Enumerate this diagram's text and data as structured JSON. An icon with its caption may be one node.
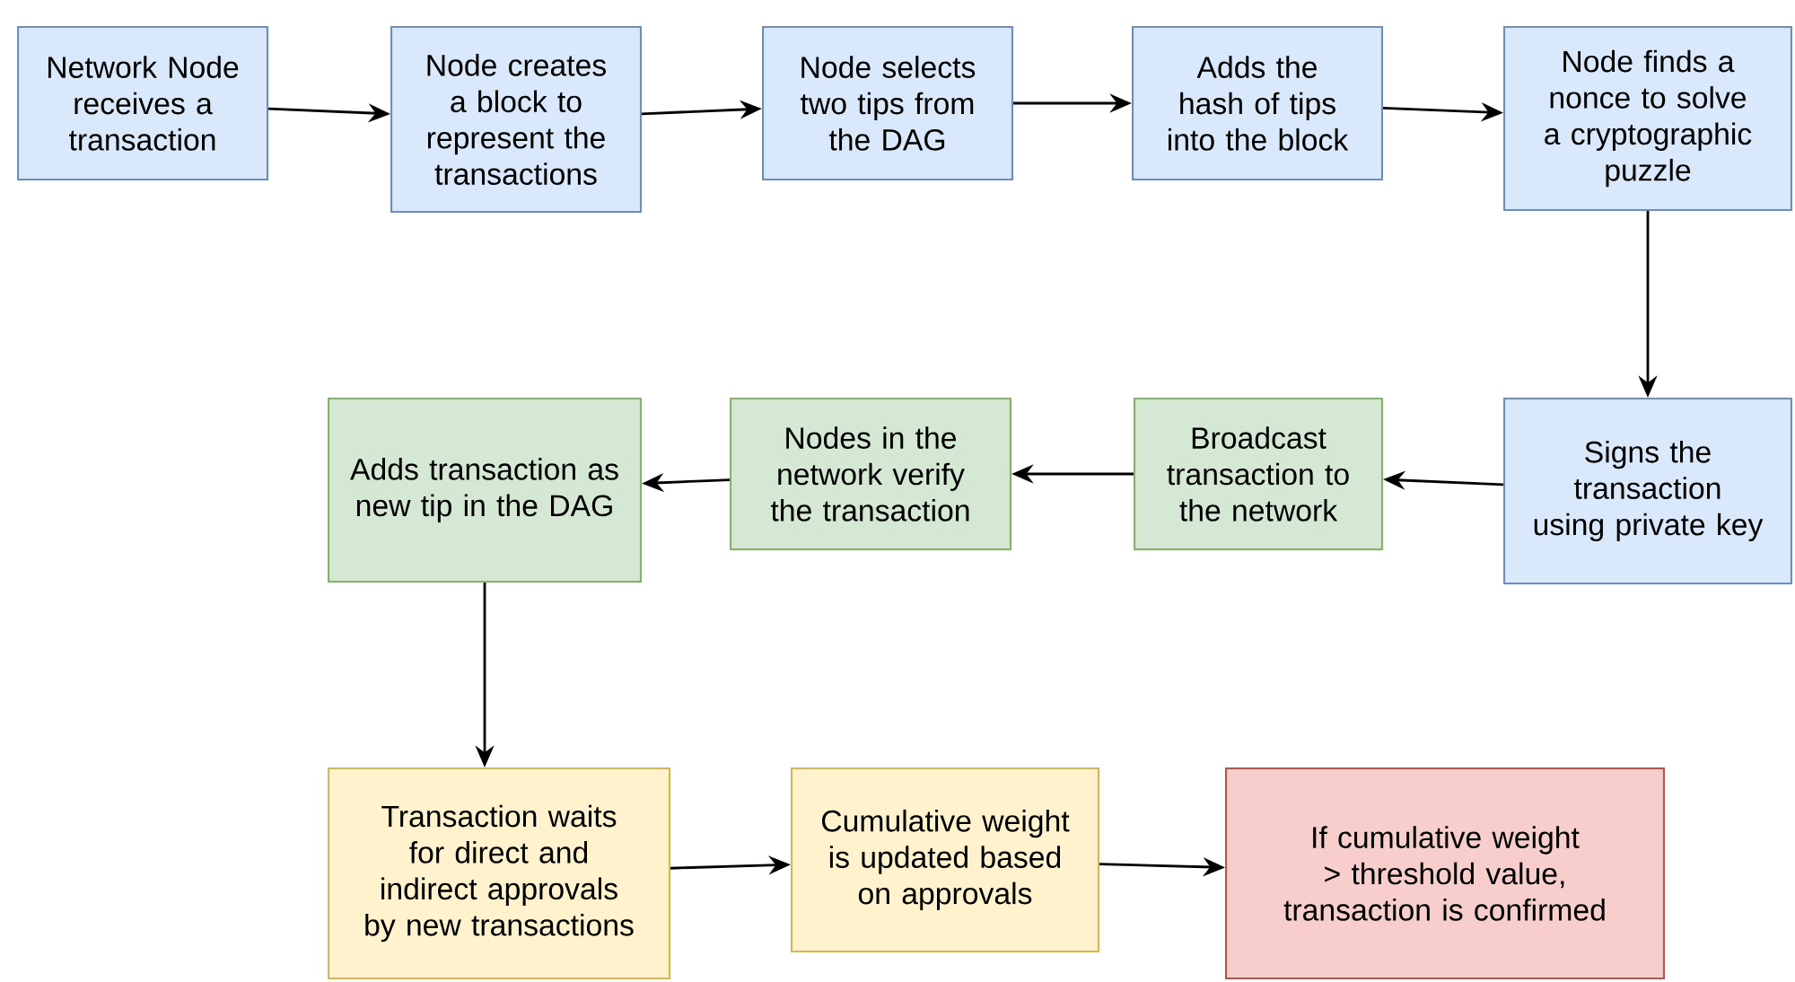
{
  "diagram": {
    "nodes": [
      {
        "text": [
          "Network Node receives a transaction"
        ]
      },
      {
        "text": [
          "Node creates a block to represent the transactions"
        ]
      },
      {
        "text": [
          "Node selects two tips from the DAG"
        ]
      },
      {
        "text": [
          "Adds the hash of tips into the block"
        ]
      },
      {
        "text": [
          "Node finds a nonce to solve a cryptographic puzzle"
        ]
      },
      {
        "text": [
          "Signs the transaction using private key"
        ]
      },
      {
        "text": [
          "Broadcast transaction to the network"
        ]
      },
      {
        "text": [
          "Nodes in the network verify the transaction"
        ]
      },
      {
        "text": [
          "Adds transaction as new tip in the DAG"
        ]
      },
      {
        "text": [
          "Transaction waits for direct and indirect approvals by new transactions"
        ]
      },
      {
        "text": [
          "Cumulative weight is updated based on approvals"
        ]
      },
      {
        "text": [
          "If cumulative weight > threshold value, transaction is confirmed"
        ]
      }
    ],
    "edges": [
      {
        "from": 0,
        "to": 1,
        "arrow": "to"
      },
      {
        "from": 1,
        "to": 2,
        "arrow": "to"
      },
      {
        "from": 2,
        "to": 3,
        "arrow": "to"
      },
      {
        "from": 3,
        "to": 4,
        "arrow": "to"
      },
      {
        "from": 4,
        "to": 5,
        "arrow": "to"
      },
      {
        "from": 5,
        "to": 6,
        "arrow": "to"
      },
      {
        "from": 6,
        "to": 7,
        "arrow": "to"
      },
      {
        "from": 7,
        "to": 8,
        "arrow": "to"
      },
      {
        "from": 8,
        "to": 9,
        "arrow": "to"
      },
      {
        "from": 9,
        "to": 10,
        "arrow": "to"
      },
      {
        "from": 10,
        "to": 11,
        "arrow": "to"
      }
    ]
  }
}
